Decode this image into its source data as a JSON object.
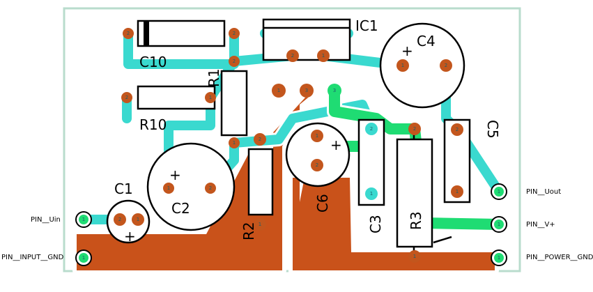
{
  "components": {
    "c10": "C10",
    "r10": "R10",
    "r1": "R1",
    "ic1": "IC1",
    "c4": "C4",
    "c5": "C5",
    "c6": "C6",
    "c3": "C3",
    "r3": "R3",
    "r2": "R2",
    "c2": "C2",
    "c1": "C1"
  },
  "pins": {
    "uin": "PIN__Uin",
    "input_gnd": "PIN__INPUT__GND",
    "uout": "PIN__Uout",
    "vplus": "PIN__V+",
    "power_gnd": "PIN__POWER__GND"
  },
  "polarity": {
    "plus": "+"
  },
  "pad_numbers": {
    "one": "1",
    "two": "2",
    "three": "3"
  },
  "colors": {
    "board_outline": "#b9dccd",
    "copper_bottom": "#c9521a",
    "trace_cyan": "#3ad9cf",
    "trace_green": "#1fdc73",
    "pad": "#c3561d",
    "clearance": "#ffffff"
  }
}
